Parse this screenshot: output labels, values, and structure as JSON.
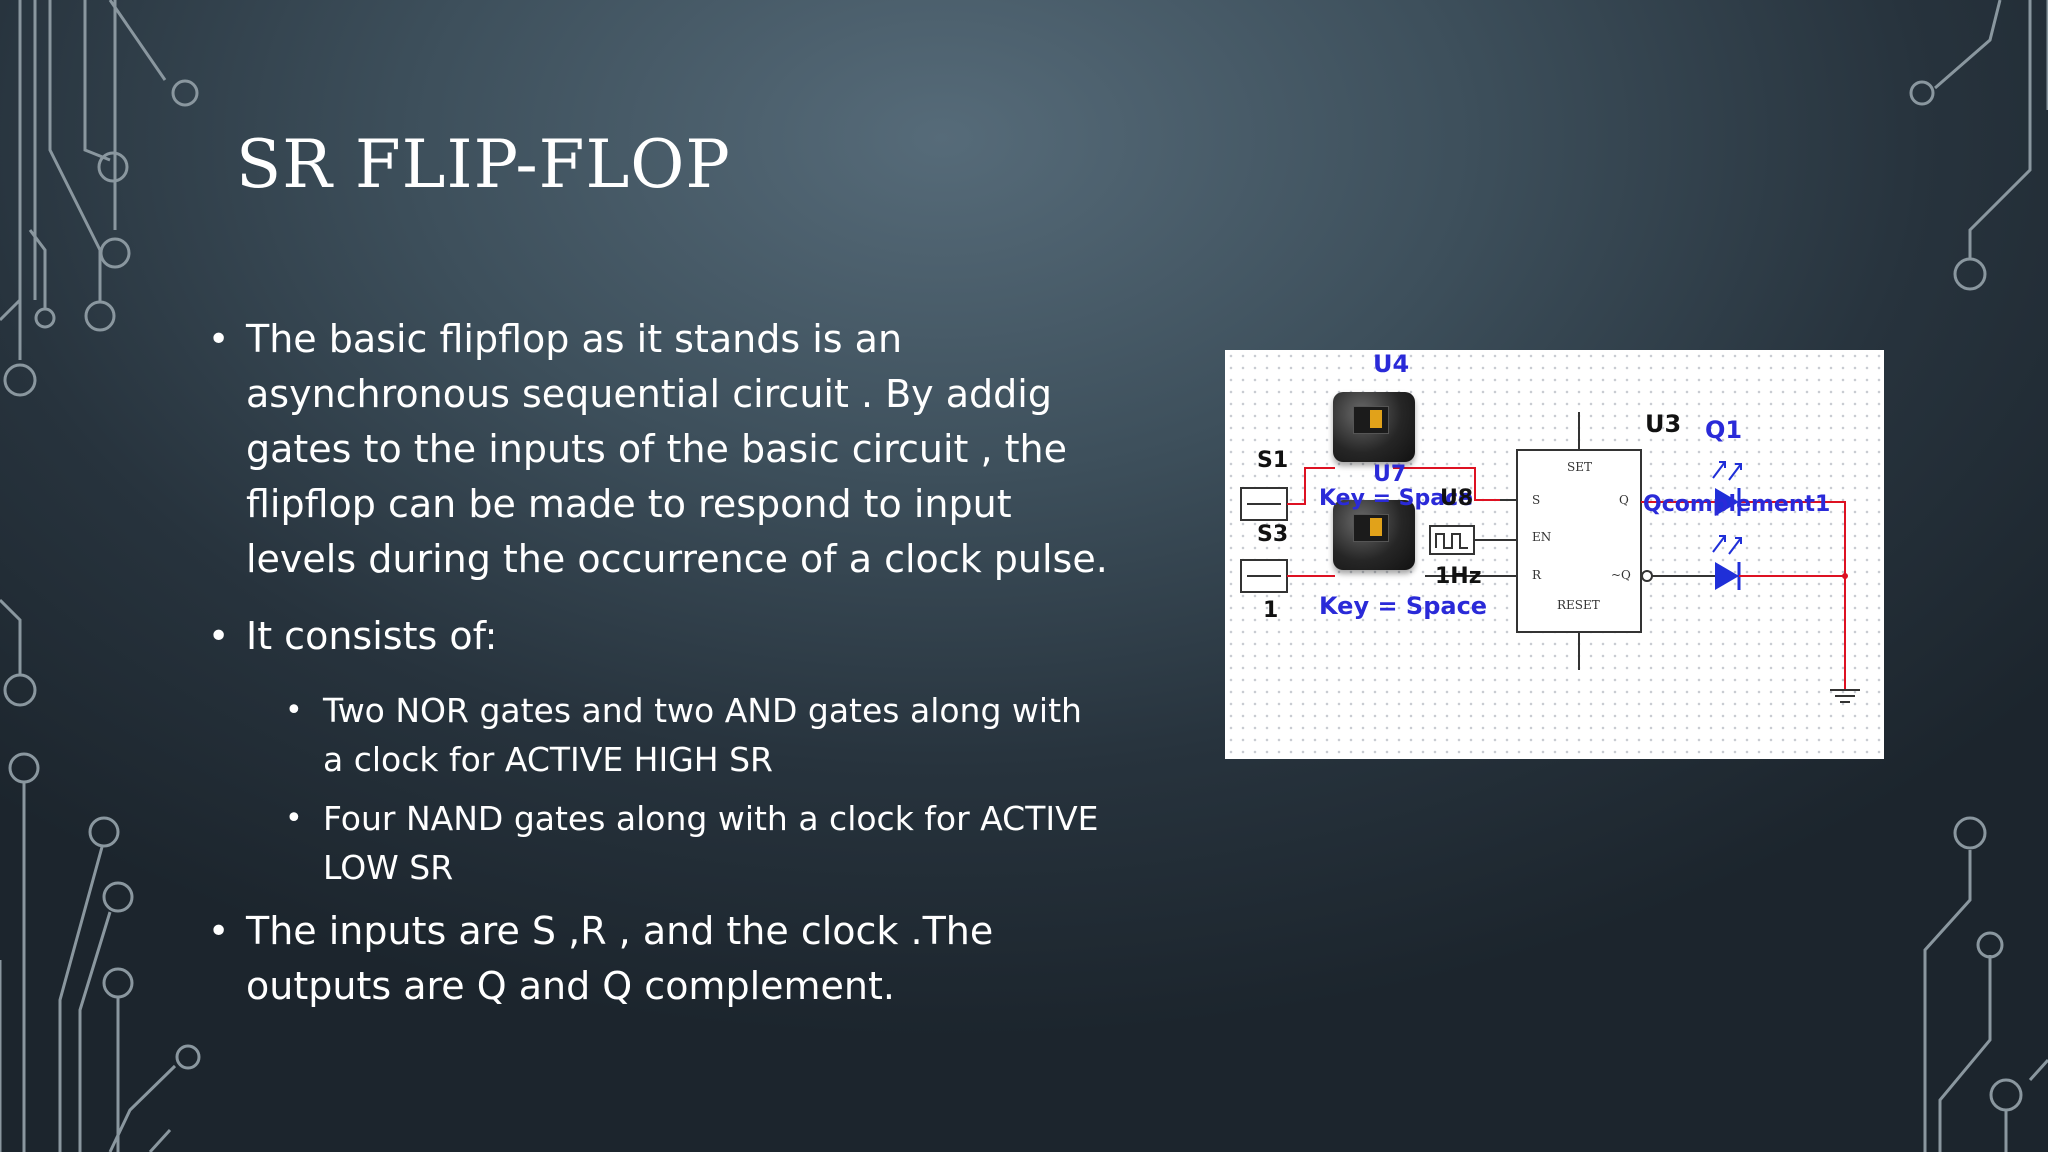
{
  "slide": {
    "title": "SR FLIP-FLOP",
    "bullets": [
      "The basic flipflop as it stands is an asynchronous sequential circuit . By addig gates to the inputs of the basic circuit , the flipflop can be made to respond to input levels during the occurrence of a clock pulse.",
      "It consists of:",
      "The inputs are S ,R , and the clock .The outputs are Q and Q complement."
    ],
    "sub_bullets": [
      "Two NOR gates and two AND gates along with a clock for ACTIVE HIGH SR",
      "Four NAND gates along with a clock for ACTIVE LOW SR"
    ]
  },
  "circuit": {
    "labels": {
      "u4": "U4",
      "u3": "U3",
      "q1": "Q1",
      "s1": "S1",
      "s3": "S3",
      "u7": "U7",
      "u8": "U8",
      "key_top": "Key = Space",
      "key_bottom": "Key = Space",
      "freq": "1Hz",
      "one": "1",
      "qcomplement": "Qcomplement1"
    },
    "pins": {
      "set": "SET",
      "s": "S",
      "en": "EN",
      "r": "R",
      "reset": "RESET",
      "q": "Q",
      "nq": "~Q"
    }
  }
}
